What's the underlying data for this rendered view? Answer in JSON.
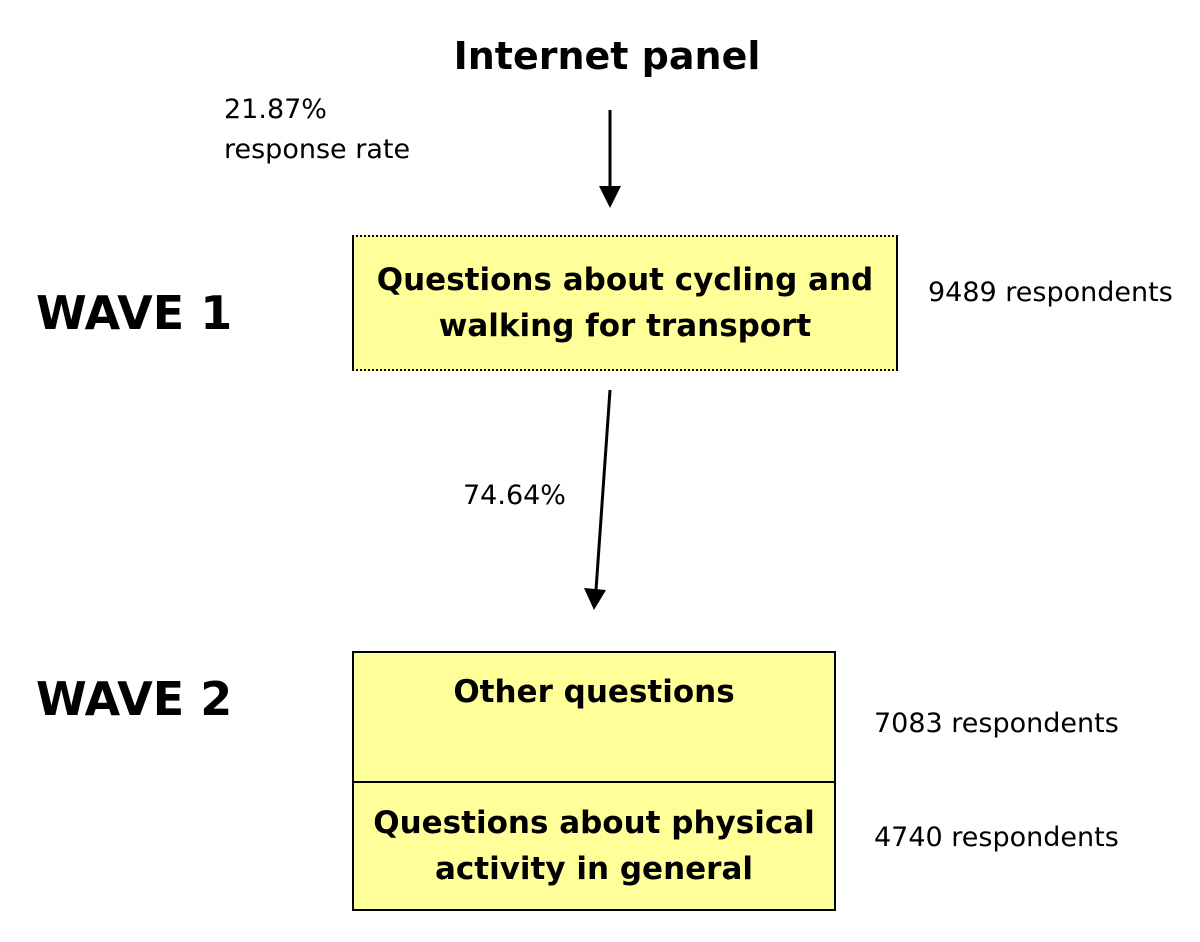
{
  "source": {
    "label": "Internet panel"
  },
  "response_rate": {
    "value": "21.87%",
    "label": "response rate"
  },
  "wave1": {
    "label": "WAVE 1",
    "box_text": "Questions about cycling and walking for transport",
    "respondents": "9489 respondents"
  },
  "retention": {
    "value": "74.64%"
  },
  "wave2": {
    "label": "WAVE 2",
    "top_box_text": "Other questions",
    "top_respondents": "7083 respondents",
    "bottom_box_text": "Questions about physical activity in general",
    "bottom_respondents": "4740 respondents"
  },
  "colors": {
    "box_fill": "#ffff99",
    "stroke": "#000000"
  }
}
